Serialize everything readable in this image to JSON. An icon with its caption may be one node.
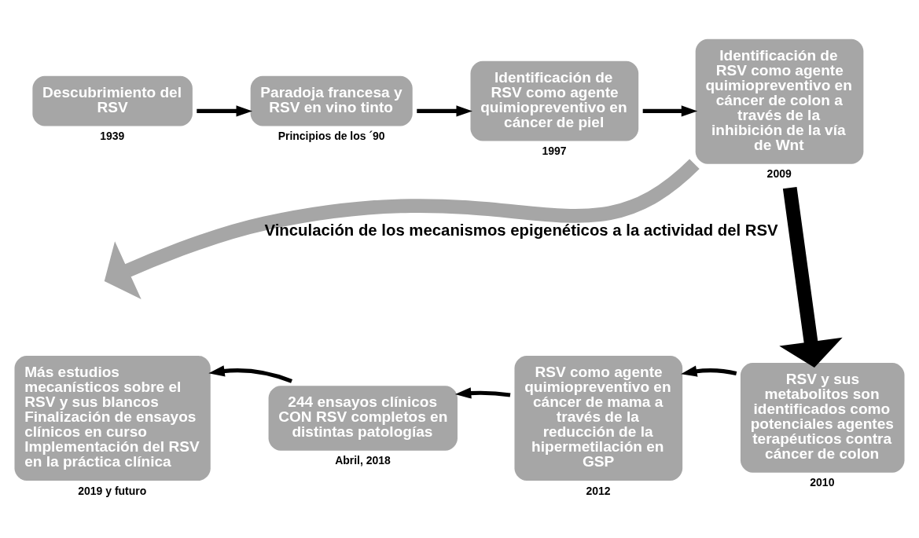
{
  "diagram": {
    "nodes": [
      {
        "text": [
          "Descubrimiento del RSV"
        ],
        "beside": [
          "1939"
        ]
      },
      {
        "text": [
          "Paradoja francesa y RSV en vino tinto"
        ],
        "beside": [
          "Principios de los ´90"
        ]
      },
      {
        "text": [
          "Identificación de RSV como agente quimiopreventivo en cáncer de piel"
        ],
        "beside": [
          "1997"
        ]
      },
      {
        "text": [
          "Identificación de RSV como agente quimiopreventivo en cáncer de colon a través de la inhibición de la vía de Wnt"
        ],
        "beside": [
          "2009"
        ]
      },
      {
        "text": [
          "RSV y sus metabolitos son identificados como potenciales agentes terapéuticos contra cáncer de colon"
        ],
        "beside": [
          "2010"
        ]
      },
      {
        "text": [
          "RSV como agente quimiopreventivo en cáncer de mama a través de la reducción de la hipermetilación en GSP"
        ],
        "beside": [
          "2012"
        ]
      },
      {
        "text": [
          "244 ensayos clínicos CON RSV completos en distintas patologías"
        ],
        "beside": [
          "Abril, 2018"
        ]
      },
      {
        "text": [
          "Más estudios mecanísticos sobre el RSV y sus blancos",
          "Finalización de ensayos clínicos en curso",
          "Implementación del RSV en la práctica clínica"
        ],
        "beside": [
          "2019 y futuro"
        ]
      }
    ],
    "edges": [
      {
        "from": 0,
        "to": 1,
        "arrow": "to"
      },
      {
        "from": 1,
        "to": 2,
        "arrow": "to"
      },
      {
        "from": 2,
        "to": 3,
        "arrow": "to"
      },
      {
        "from": 3,
        "to": 4,
        "arrow": "to",
        "style": "thick"
      },
      {
        "from": 4,
        "to": 5,
        "arrow": "to"
      },
      {
        "from": 5,
        "to": 6,
        "arrow": "to"
      },
      {
        "from": 6,
        "to": 7,
        "arrow": "to"
      },
      {
        "from": 3,
        "to": null,
        "arrow": "to",
        "label": "Vinculación de los mecanismos epigenéticos a la actividad del RSV",
        "style": "thick",
        "color": "#a6a6a6"
      }
    ]
  }
}
